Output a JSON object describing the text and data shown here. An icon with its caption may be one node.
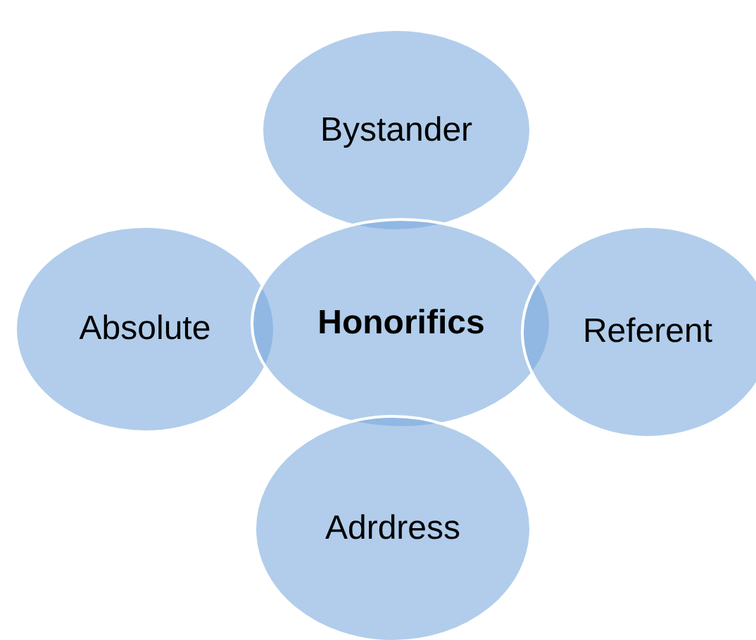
{
  "diagram": {
    "nodes": [
      {
        "text": [
          "Bystander"
        ]
      },
      {
        "text": [
          "Absolute"
        ]
      },
      {
        "text": [
          "Honorifics"
        ]
      },
      {
        "text": [
          "Referent"
        ]
      },
      {
        "text": [
          "Adrdress"
        ]
      }
    ],
    "edges": []
  }
}
